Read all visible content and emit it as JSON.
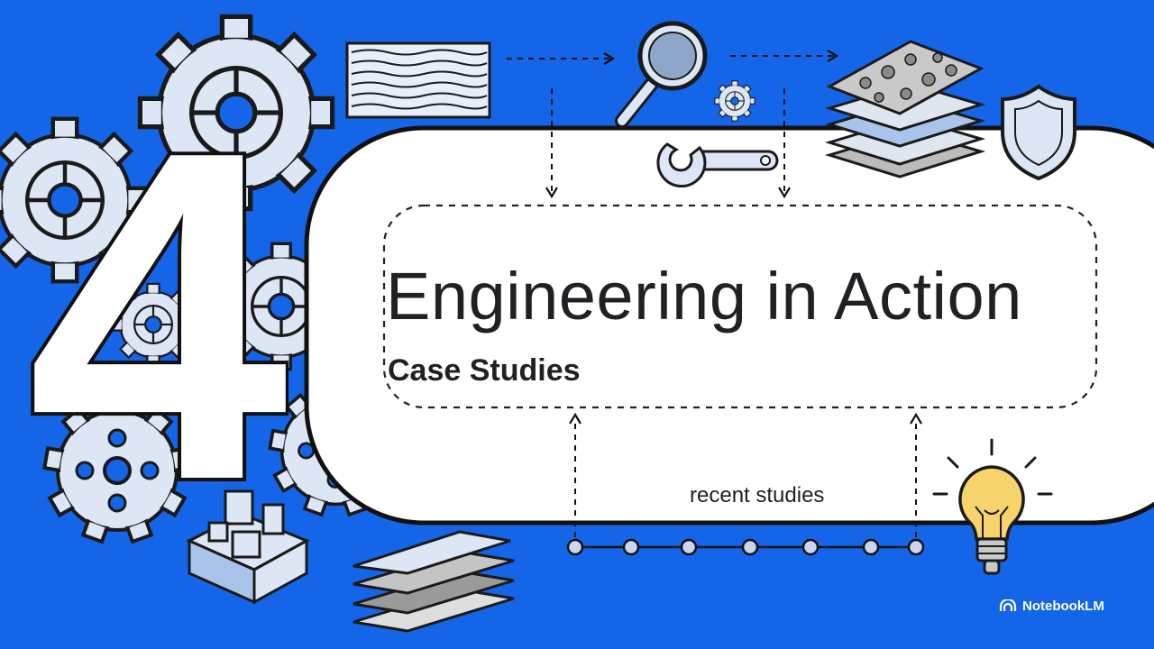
{
  "slide": {
    "number": "4",
    "title": "Engineering in Action",
    "subtitle": "Case Studies",
    "timeline_label": "recent studies",
    "brand": "NotebookLM"
  },
  "colors": {
    "background": "#1565e8",
    "panel": "#ffffff",
    "text": "#202124",
    "sketch_fill": "#dce6f5",
    "sketch_stroke": "#1a1a1a",
    "bulb": "#f6d36b"
  },
  "icons": [
    "gear-icon",
    "wavy-texture-block-icon",
    "magnifier-icon",
    "small-gear-icon",
    "wrench-icon",
    "layered-material-stack-icon",
    "shield-icon",
    "isometric-blocks-icon",
    "stacked-plates-icon",
    "lightbulb-icon",
    "notebooklm-logo-icon"
  ]
}
